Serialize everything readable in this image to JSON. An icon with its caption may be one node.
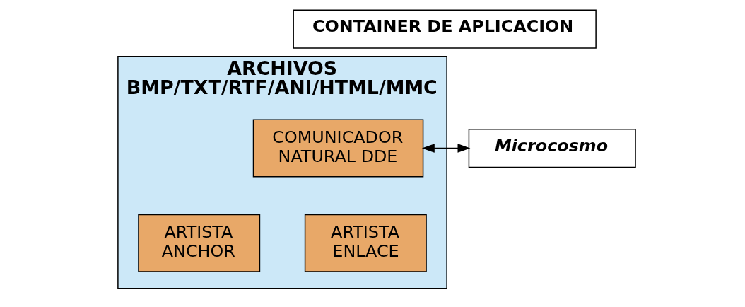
{
  "diagram": {
    "nodes": [
      {
        "text": [
          "CONTAINER DE APLICACION"
        ]
      },
      {
        "text": [
          "ARCHIVOS",
          "BMP/TXT/RTF/ANI/HTML/MMC"
        ]
      },
      {
        "text": [
          "COMUNICADOR NATURAL DDE"
        ],
        "in": 1
      },
      {
        "text": [
          "ARTISTA ANCHOR"
        ],
        "in": 1
      },
      {
        "text": [
          "ARTISTA ENLACE"
        ],
        "in": 1
      },
      {
        "text": [
          "Microcosmo"
        ]
      }
    ],
    "edges": [
      {
        "from": 2,
        "to": 5,
        "arrow": "both"
      }
    ]
  }
}
